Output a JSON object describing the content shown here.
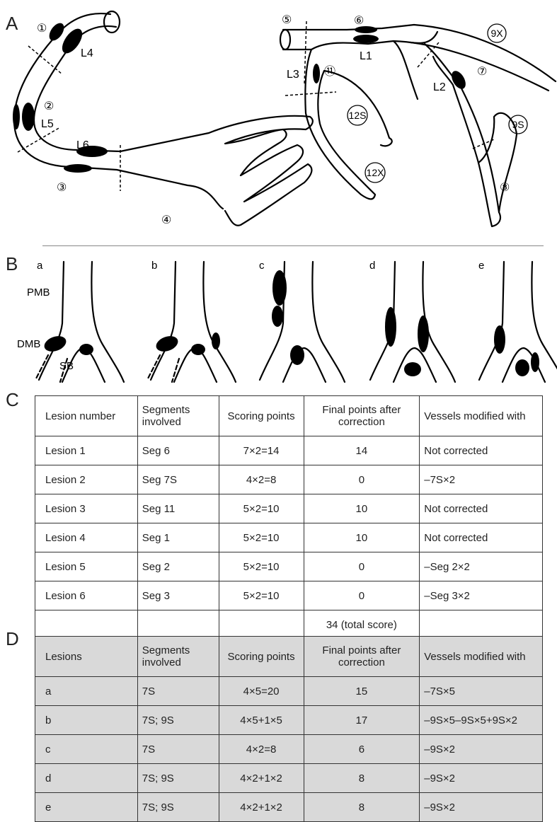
{
  "panels": {
    "a": "A",
    "b": "B",
    "c": "C",
    "d": "D"
  },
  "diagram_a": {
    "circled_labels": [
      "①",
      "②",
      "③",
      "④",
      "⑤",
      "⑥",
      "⑦",
      "⑧",
      "⑪"
    ],
    "boxed_labels": [
      "9X",
      "9S",
      "12S",
      "12X"
    ],
    "lesion_labels": [
      "L1",
      "L2",
      "L3",
      "L4",
      "L5",
      "L6"
    ]
  },
  "diagram_b": {
    "sub_labels": [
      "a",
      "b",
      "c",
      "d",
      "e"
    ],
    "branch_labels": {
      "pmb": "PMB",
      "dmb": "DMB",
      "sb": "SB"
    }
  },
  "table_c": {
    "headers": [
      "Lesion number",
      "Segments involved",
      "Scoring points",
      "Final points after correction",
      "Vessels modified with"
    ],
    "rows": [
      [
        "Lesion 1",
        "Seg 6",
        "7×2=14",
        "14",
        "Not corrected"
      ],
      [
        "Lesion 2",
        "Seg 7S",
        "4×2=8",
        "0",
        "–7S×2"
      ],
      [
        "Lesion 3",
        "Seg 11",
        "5×2=10",
        "10",
        "Not corrected"
      ],
      [
        "Lesion 4",
        "Seg 1",
        "5×2=10",
        "10",
        "Not corrected"
      ],
      [
        "Lesion 5",
        "Seg 2",
        "5×2=10",
        "0",
        "–Seg 2×2"
      ],
      [
        "Lesion 6",
        "Seg 3",
        "5×2=10",
        "0",
        "–Seg 3×2"
      ]
    ],
    "total": "34 (total score)"
  },
  "table_d": {
    "headers": [
      "Lesions",
      "Segments involved",
      "Scoring points",
      "Final points after correction",
      "Vessels modified with"
    ],
    "rows": [
      [
        "a",
        "7S",
        "4×5=20",
        "15",
        "–7S×5"
      ],
      [
        "b",
        "7S; 9S",
        "4×5+1×5",
        "17",
        "–9S×5–9S×5+9S×2"
      ],
      [
        "c",
        "7S",
        "4×2=8",
        "6",
        "–9S×2"
      ],
      [
        "d",
        "7S; 9S",
        "4×2+1×2",
        "8",
        "–9S×2"
      ],
      [
        "e",
        "7S; 9S",
        "4×2+1×2",
        "8",
        "–9S×2"
      ]
    ]
  }
}
